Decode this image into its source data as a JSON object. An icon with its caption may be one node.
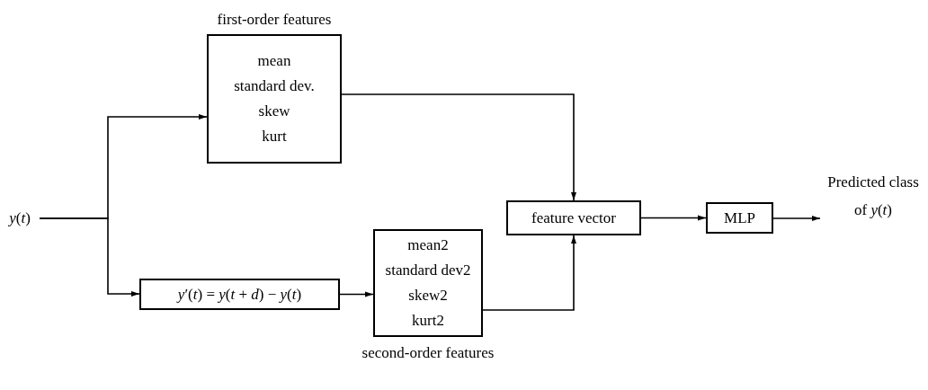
{
  "diagram": {
    "nodes": [
      {
        "text": [
          "*y*(*t*)"
        ]
      },
      {
        "text": [
          "first-order features",
          "mean",
          "standard dev.",
          "skew",
          "kurt"
        ]
      },
      {
        "text": [
          "*y*′(*t*) = *y*(*t* + *d*) − *y*(*t*)"
        ]
      },
      {
        "text": [
          "mean2",
          "standard dev2",
          "skew2",
          "kurt2",
          "second-order features"
        ]
      },
      {
        "text": [
          "feature vector"
        ]
      },
      {
        "text": [
          "MLP"
        ]
      },
      {
        "text": [
          "Predicted class of *y*(*t*)"
        ]
      }
    ],
    "edges": [
      {
        "from": 0,
        "to": 1,
        "arrow": "to"
      },
      {
        "from": 0,
        "to": 2,
        "arrow": "to"
      },
      {
        "from": 2,
        "to": 3,
        "arrow": "to"
      },
      {
        "from": 1,
        "to": 4,
        "arrow": "to"
      },
      {
        "from": 3,
        "to": 4,
        "arrow": "to"
      },
      {
        "from": 4,
        "to": 5,
        "arrow": "to"
      },
      {
        "from": 5,
        "to": 6,
        "arrow": "to"
      }
    ]
  }
}
